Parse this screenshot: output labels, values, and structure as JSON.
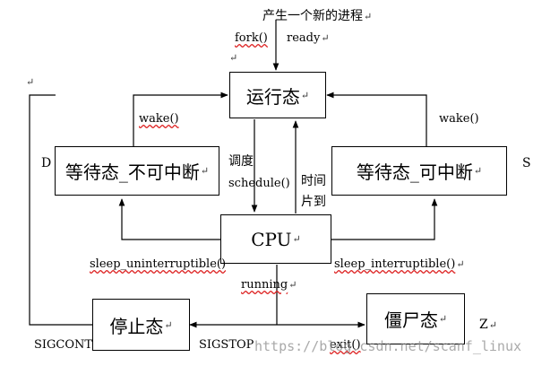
{
  "top_label": "产生一个新的进程",
  "states": {
    "running": "运行态",
    "uninterruptible": "等待态_不可中断",
    "interruptible": "等待态_可中断",
    "cpu": "CPU",
    "stopped": "停止态",
    "zombie": "僵尸态"
  },
  "labels": {
    "fork": "fork()",
    "ready": "ready",
    "wake_left": "wake()",
    "wake_right": "wake()",
    "schedule_cn": "调度",
    "schedule": "schedule()",
    "timeslice_1": "时间",
    "timeslice_2": "片到",
    "sleep_uninterruptible": "sleep_uninterruptible()",
    "sleep_interruptible": "sleep_interruptible()",
    "running": "running",
    "sigcont": "SIGCONT",
    "sigstop": "SIGSTOP",
    "exit": "exit()",
    "state_d": "D",
    "state_s": "S",
    "state_z": "Z"
  },
  "return_mark": "↵",
  "watermark": "https://blog.csdn.net/scanf_linux"
}
